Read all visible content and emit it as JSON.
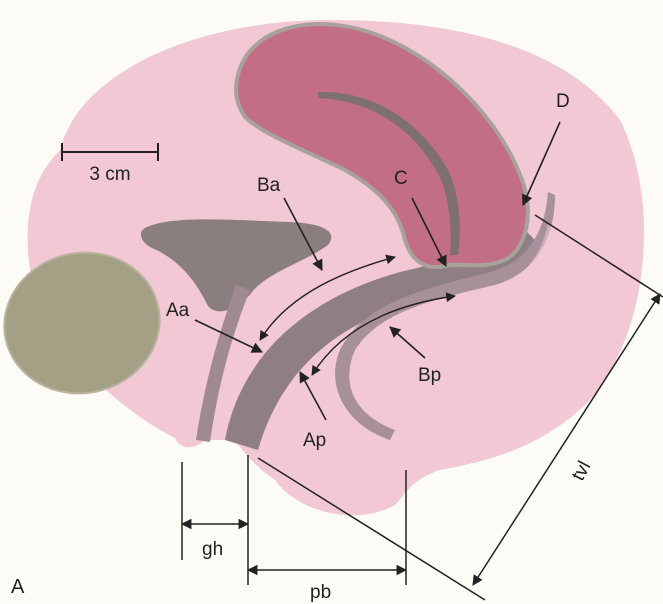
{
  "labels": {
    "scale": "3 cm",
    "Ba": "Ba",
    "C": "C",
    "D": "D",
    "Aa": "Aa",
    "Bp": "Bp",
    "Ap": "Ap",
    "gh": "gh",
    "pb": "pb",
    "tvl": "tvl",
    "panel": "A"
  },
  "colors": {
    "body": "#f1c8d4",
    "uterus": "#c26e84",
    "uterus_outline": "#a9a29c",
    "canal": "#7e7070",
    "organ_dark": "#8a7e7e",
    "vagina": "#8f7f83",
    "rectum": "#a8909a",
    "bone": "#a3a085",
    "line": "#222222"
  }
}
